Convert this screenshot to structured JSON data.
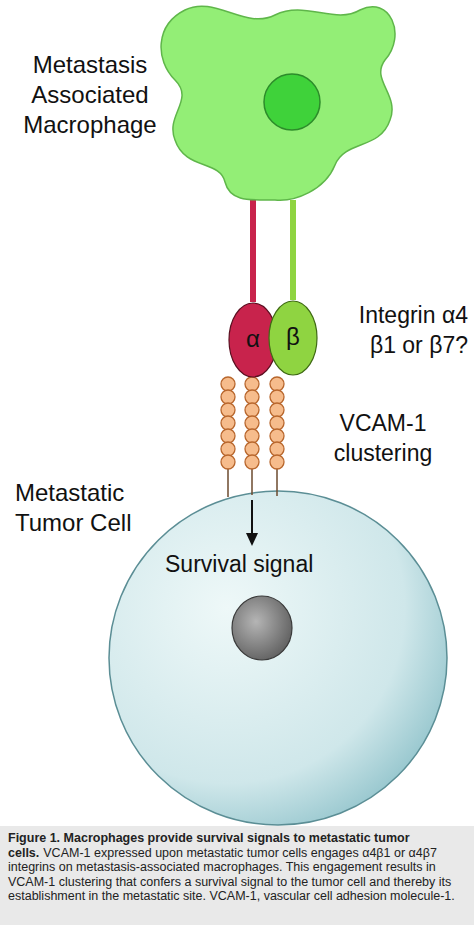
{
  "diagram": {
    "title": "Figure 1. Macrophages provide survival signals to metastatic tumor cells.",
    "caption": "VCAM-1 expressed upon metastatic tumor cells engages α4β1 or α4β7 integrins on metastasis-associated macrophages. This engagement results in VCAM-1 clustering that confers a survival signal to the tumor cell and thereby its establishment in the metastatic site. VCAM-1, vascular cell adhesion molecule-1.",
    "nodes": [
      {
        "text": [
          "Metastasis Associated Macrophage"
        ]
      },
      {
        "text": [
          "α"
        ]
      },
      {
        "text": [
          "β"
        ]
      },
      {
        "text": [
          "Metastatic Tumor Cell",
          "Survival signal"
        ]
      }
    ],
    "edges": [
      {
        "from": 0,
        "to": 1,
        "arrow": "none"
      },
      {
        "from": 0,
        "to": 2,
        "arrow": "none"
      }
    ],
    "labels": [
      "Integrin α4 β1 or β7?",
      "VCAM-1 clustering"
    ]
  }
}
